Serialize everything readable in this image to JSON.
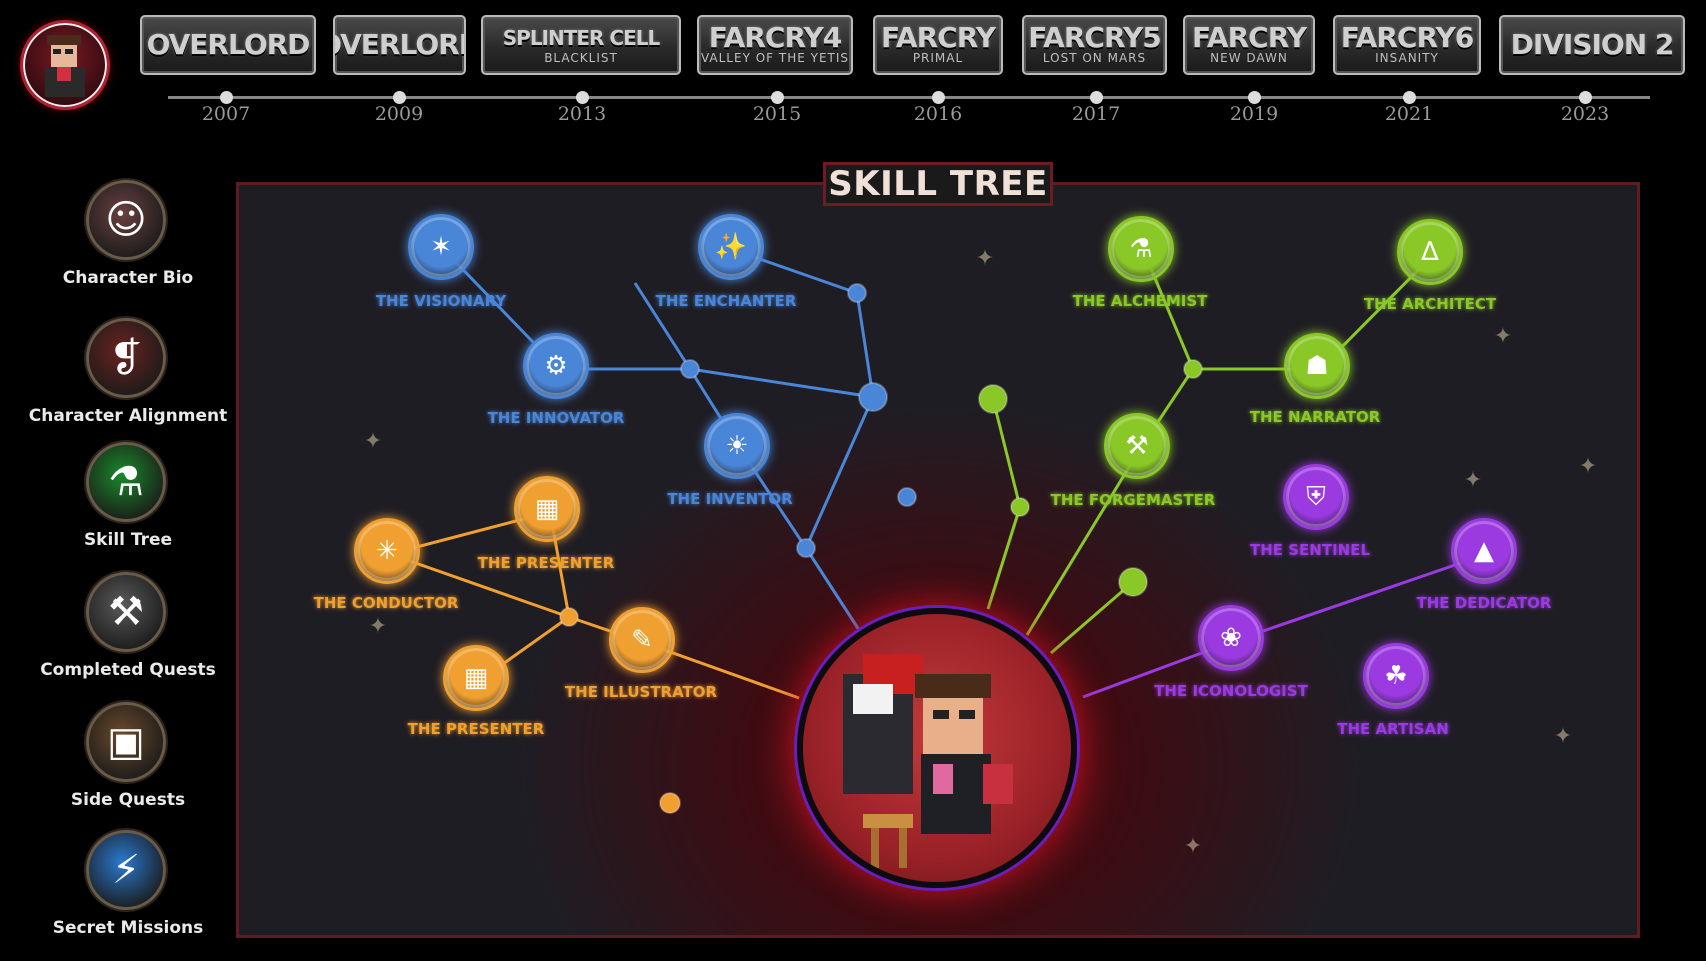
{
  "timeline": [
    {
      "title": "OVERLORD",
      "subtitle": "",
      "year": "2007"
    },
    {
      "title": "OVERLORD",
      "subtitle": "",
      "year": "2009"
    },
    {
      "title": "SPLINTER CELL",
      "subtitle": "BLACKLIST",
      "year": "2013"
    },
    {
      "title": "FARCRY4",
      "subtitle": "VALLEY OF THE YETIS",
      "year": "2015"
    },
    {
      "title": "FARCRY",
      "subtitle": "PRIMAL",
      "year": "2016"
    },
    {
      "title": "FARCRY5",
      "subtitle": "LOST ON MARS",
      "year": "2017"
    },
    {
      "title": "FARCRY",
      "subtitle": "NEW DAWN",
      "year": "2019"
    },
    {
      "title": "FARCRY6",
      "subtitle": "INSANITY",
      "year": "2021"
    },
    {
      "title": "DIVISION 2",
      "subtitle": "",
      "year": "2023"
    }
  ],
  "menu": [
    {
      "label": "Character Bio",
      "icon": "portrait-icon"
    },
    {
      "label": "Character Alignment",
      "icon": "book-icon"
    },
    {
      "label": "Skill Tree",
      "icon": "potion-icon"
    },
    {
      "label": "Completed Quests",
      "icon": "hammer-icon"
    },
    {
      "label": "Side Quests",
      "icon": "chest-icon"
    },
    {
      "label": "Secret Missions",
      "icon": "lightning-icon"
    }
  ],
  "skill_tree": {
    "title": "SKILL TREE",
    "colors": {
      "blue": "#4a86d8",
      "orange": "#f0a030",
      "green": "#8ac828",
      "purple": "#9a3ae0"
    },
    "nodes": [
      {
        "label": "THE VISIONARY",
        "color": "blue",
        "icon": "telescope-icon"
      },
      {
        "label": "THE ENCHANTER",
        "color": "blue",
        "icon": "wand-icon"
      },
      {
        "label": "THE INNOVATOR",
        "color": "blue",
        "icon": "gear-wrench-icon"
      },
      {
        "label": "THE INVENTOR",
        "color": "blue",
        "icon": "lightbulb-icon"
      },
      {
        "label": "THE PRESENTER",
        "color": "orange",
        "icon": "easel-icon"
      },
      {
        "label": "THE CONDUCTOR",
        "color": "orange",
        "icon": "network-icon"
      },
      {
        "label": "THE ILLUSTRATOR",
        "color": "orange",
        "icon": "drawing-tablet-icon"
      },
      {
        "label": "THE PRESENTER",
        "color": "orange",
        "icon": "easel-icon"
      },
      {
        "label": "THE ALCHEMIST",
        "color": "green",
        "icon": "flask-icon"
      },
      {
        "label": "THE ARCHITECT",
        "color": "green",
        "icon": "compass-icon"
      },
      {
        "label": "THE NARRATOR",
        "color": "green",
        "icon": "open-book-icon"
      },
      {
        "label": "THE FORGEMASTER",
        "color": "green",
        "icon": "anvil-icon"
      },
      {
        "label": "THE SENTINEL",
        "color": "purple",
        "icon": "shield-icon"
      },
      {
        "label": "THE DEDICATOR",
        "color": "purple",
        "icon": "mountain-image-icon"
      },
      {
        "label": "THE ICONOLOGIST",
        "color": "purple",
        "icon": "palette-icon"
      },
      {
        "label": "THE ARTISAN",
        "color": "purple",
        "icon": "crafts-icon"
      }
    ]
  }
}
